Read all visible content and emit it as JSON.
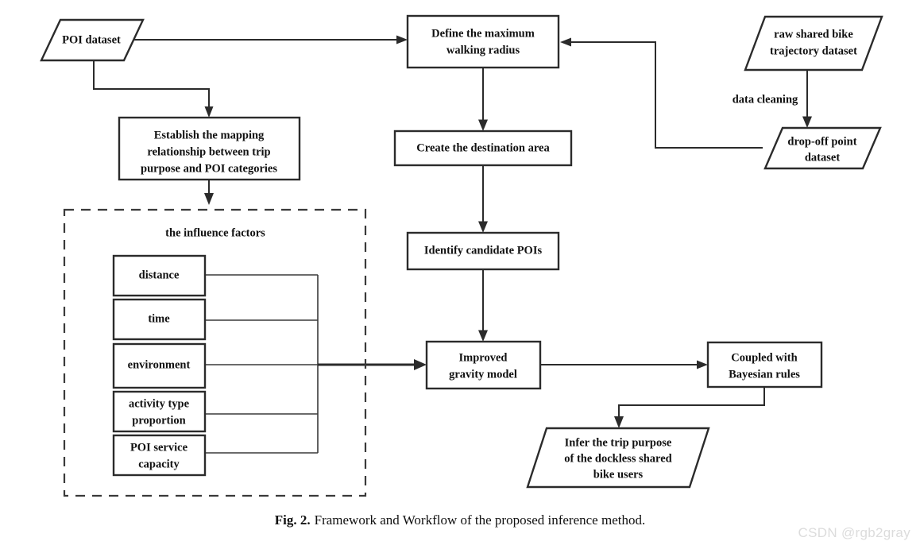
{
  "figure": {
    "caption_number": "Fig. 2.",
    "caption_text": "Framework and Workflow of the proposed inference method.",
    "watermark": "CSDN @rgb2gray",
    "colors": {
      "stroke": "#2b2b2b",
      "dashed_stroke": "#3a3a3a",
      "node_fill": "#ffffff",
      "text": "#111111",
      "watermark": "#dcdcdc",
      "background": "#ffffff"
    }
  },
  "chart_data": {
    "type": "diagram",
    "title": "Framework and Workflow of the proposed inference method",
    "nodes": [
      {
        "id": "poi_dataset",
        "shape": "parallelogram",
        "lines": [
          "POI dataset"
        ]
      },
      {
        "id": "define_radius",
        "shape": "rectangle",
        "lines": [
          "Define the maximum",
          "walking radius"
        ]
      },
      {
        "id": "raw_trajectory",
        "shape": "parallelogram",
        "lines": [
          "raw shared bike",
          "trajectory dataset"
        ]
      },
      {
        "id": "establish_mapping",
        "shape": "rectangle",
        "lines": [
          "Establish the mapping",
          "relationship between trip",
          "purpose and POI categories"
        ]
      },
      {
        "id": "create_destination",
        "shape": "rectangle",
        "lines": [
          "Create the destination area"
        ]
      },
      {
        "id": "dropoff_dataset",
        "shape": "parallelogram",
        "lines": [
          "drop-off point",
          "dataset"
        ]
      },
      {
        "id": "influence_group",
        "shape": "dashed-group",
        "lines": [
          "the influence factors"
        ]
      },
      {
        "id": "factor_distance",
        "shape": "rectangle",
        "lines": [
          "distance"
        ]
      },
      {
        "id": "factor_time",
        "shape": "rectangle",
        "lines": [
          "time"
        ]
      },
      {
        "id": "factor_environment",
        "shape": "rectangle",
        "lines": [
          "environment"
        ]
      },
      {
        "id": "factor_activity",
        "shape": "rectangle",
        "lines": [
          "activity type",
          "proportion"
        ]
      },
      {
        "id": "factor_poi_capacity",
        "shape": "rectangle",
        "lines": [
          "POI service",
          "capacity"
        ]
      },
      {
        "id": "identify_pois",
        "shape": "rectangle",
        "lines": [
          "Identify candidate POIs"
        ]
      },
      {
        "id": "gravity_model",
        "shape": "rectangle",
        "lines": [
          "Improved",
          "gravity model"
        ]
      },
      {
        "id": "bayesian_rules",
        "shape": "rectangle",
        "lines": [
          "Coupled with",
          "Bayesian rules"
        ]
      },
      {
        "id": "infer_purpose",
        "shape": "parallelogram",
        "lines": [
          "Infer the trip purpose",
          "of the dockless shared",
          "bike users"
        ]
      }
    ],
    "edges": [
      {
        "from": "poi_dataset",
        "to": "define_radius",
        "label": ""
      },
      {
        "from": "poi_dataset",
        "to": "establish_mapping",
        "label": ""
      },
      {
        "from": "raw_trajectory",
        "to": "dropoff_dataset",
        "label": "data cleaning"
      },
      {
        "from": "dropoff_dataset",
        "to": "define_radius",
        "label": ""
      },
      {
        "from": "define_radius",
        "to": "create_destination",
        "label": ""
      },
      {
        "from": "create_destination",
        "to": "identify_pois",
        "label": ""
      },
      {
        "from": "identify_pois",
        "to": "gravity_model",
        "label": ""
      },
      {
        "from": "establish_mapping",
        "to": "influence_group",
        "label": ""
      },
      {
        "from": "influence_group",
        "to": "gravity_model",
        "label": ""
      },
      {
        "from": "gravity_model",
        "to": "bayesian_rules",
        "label": ""
      },
      {
        "from": "bayesian_rules",
        "to": "infer_purpose",
        "label": ""
      }
    ],
    "edge_labels": [
      "data cleaning"
    ]
  },
  "labels": {
    "poi_dataset": "POI dataset",
    "define_radius_l1": "Define the maximum",
    "define_radius_l2": "walking radius",
    "raw_trajectory_l1": "raw shared bike",
    "raw_trajectory_l2": "trajectory dataset",
    "establish_l1": "Establish the mapping",
    "establish_l2": "relationship between trip",
    "establish_l3": "purpose and POI categories",
    "create_destination": "Create the destination area",
    "data_cleaning": "data cleaning",
    "dropoff_l1": "drop-off point",
    "dropoff_l2": "dataset",
    "influence_factors": "the influence factors",
    "factor_distance": "distance",
    "factor_time": "time",
    "factor_environment": "environment",
    "factor_activity_l1": "activity type",
    "factor_activity_l2": "proportion",
    "factor_capacity_l1": "POI service",
    "factor_capacity_l2": "capacity",
    "identify_pois": "Identify candidate POIs",
    "gravity_l1": "Improved",
    "gravity_l2": "gravity model",
    "bayesian_l1": "Coupled with",
    "bayesian_l2": "Bayesian rules",
    "infer_l1": "Infer the trip purpose",
    "infer_l2": "of the dockless shared",
    "infer_l3": "bike users"
  }
}
